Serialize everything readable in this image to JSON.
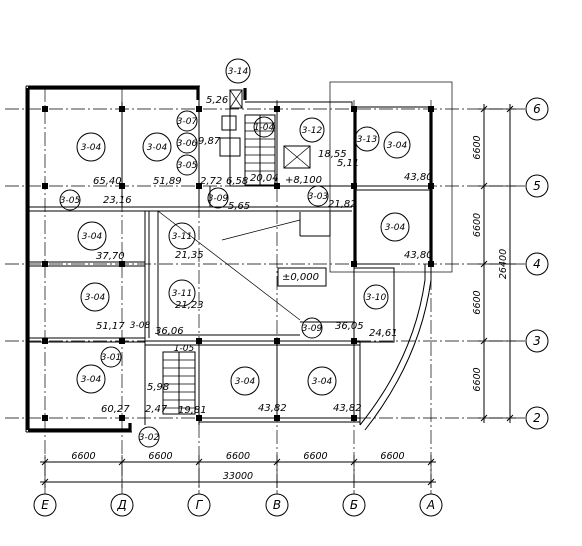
{
  "axes_letters": [
    {
      "id": "E",
      "label": "Е"
    },
    {
      "id": "D",
      "label": "Д"
    },
    {
      "id": "G",
      "label": "Г"
    },
    {
      "id": "V",
      "label": "В"
    },
    {
      "id": "B",
      "label": "Б"
    },
    {
      "id": "A",
      "label": "А"
    }
  ],
  "axes_numbers": [
    {
      "id": "6",
      "label": "6"
    },
    {
      "id": "5",
      "label": "5"
    },
    {
      "id": "4",
      "label": "4"
    },
    {
      "id": "3",
      "label": "3"
    },
    {
      "id": "2",
      "label": "2"
    }
  ],
  "dims_bottom": {
    "spans": [
      "6600",
      "6600",
      "6600",
      "6600",
      "6600"
    ],
    "total": "33000"
  },
  "dims_right": {
    "spans": [
      "6600",
      "6600",
      "6600",
      "6600"
    ],
    "total": "26400"
  },
  "room_tags": [
    {
      "id": "r1",
      "label": "3-04"
    },
    {
      "id": "r2",
      "label": "3-04"
    },
    {
      "id": "r3",
      "label": "3-14"
    },
    {
      "id": "r4",
      "label": "3-07"
    },
    {
      "id": "r5",
      "label": "3-06"
    },
    {
      "id": "r6",
      "label": "3-05"
    },
    {
      "id": "r7",
      "label": "1-04"
    },
    {
      "id": "r8",
      "label": "3-12"
    },
    {
      "id": "r9",
      "label": "3-13"
    },
    {
      "id": "r10",
      "label": "3-04"
    },
    {
      "id": "r11",
      "label": "3-05"
    },
    {
      "id": "r12",
      "label": "3-09"
    },
    {
      "id": "r13",
      "label": "3-03"
    },
    {
      "id": "r14",
      "label": "3-04"
    },
    {
      "id": "r15",
      "label": "3-11"
    },
    {
      "id": "r16",
      "label": "3-04"
    },
    {
      "id": "r17",
      "label": "3-04"
    },
    {
      "id": "r18",
      "label": "3-11"
    },
    {
      "id": "r19",
      "label": "3-10"
    },
    {
      "id": "r20",
      "label": "3-09"
    },
    {
      "id": "r21",
      "label": "3-08"
    },
    {
      "id": "r22",
      "label": "3-01"
    },
    {
      "id": "r23",
      "label": "3-04"
    },
    {
      "id": "r24",
      "label": "1-05"
    },
    {
      "id": "r25",
      "label": "3-04"
    },
    {
      "id": "r26",
      "label": "3-04"
    },
    {
      "id": "r27",
      "label": "3-02"
    }
  ],
  "areas": [
    {
      "id": "a1",
      "value": "5,26"
    },
    {
      "id": "a2",
      "value": "9,87"
    },
    {
      "id": "a3",
      "value": "65,40"
    },
    {
      "id": "a4",
      "value": "51,89"
    },
    {
      "id": "a5",
      "value": "2,72"
    },
    {
      "id": "a6",
      "value": "6,58"
    },
    {
      "id": "a7",
      "value": "20,04"
    },
    {
      "id": "a8",
      "value": "18,55"
    },
    {
      "id": "a9",
      "value": "5,11"
    },
    {
      "id": "a10",
      "value": "43,80"
    },
    {
      "id": "a11",
      "value": "23,16"
    },
    {
      "id": "a12",
      "value": "5,65"
    },
    {
      "id": "a13",
      "value": "21,82"
    },
    {
      "id": "a14",
      "value": "37,70"
    },
    {
      "id": "a15",
      "value": "21,35"
    },
    {
      "id": "a16",
      "value": "43,80"
    },
    {
      "id": "a17",
      "value": "21,23"
    },
    {
      "id": "a18",
      "value": "51,17"
    },
    {
      "id": "a19",
      "value": "36,06"
    },
    {
      "id": "a20",
      "value": "36,05"
    },
    {
      "id": "a21",
      "value": "24,61"
    },
    {
      "id": "a22",
      "value": "5,98"
    },
    {
      "id": "a23",
      "value": "60,27"
    },
    {
      "id": "a24",
      "value": "2,47"
    },
    {
      "id": "a25",
      "value": "19,81"
    },
    {
      "id": "a26",
      "value": "43,82"
    },
    {
      "id": "a27",
      "value": "43,82"
    }
  ],
  "levels": {
    "upper": "+8,100",
    "main": "±0,000"
  }
}
